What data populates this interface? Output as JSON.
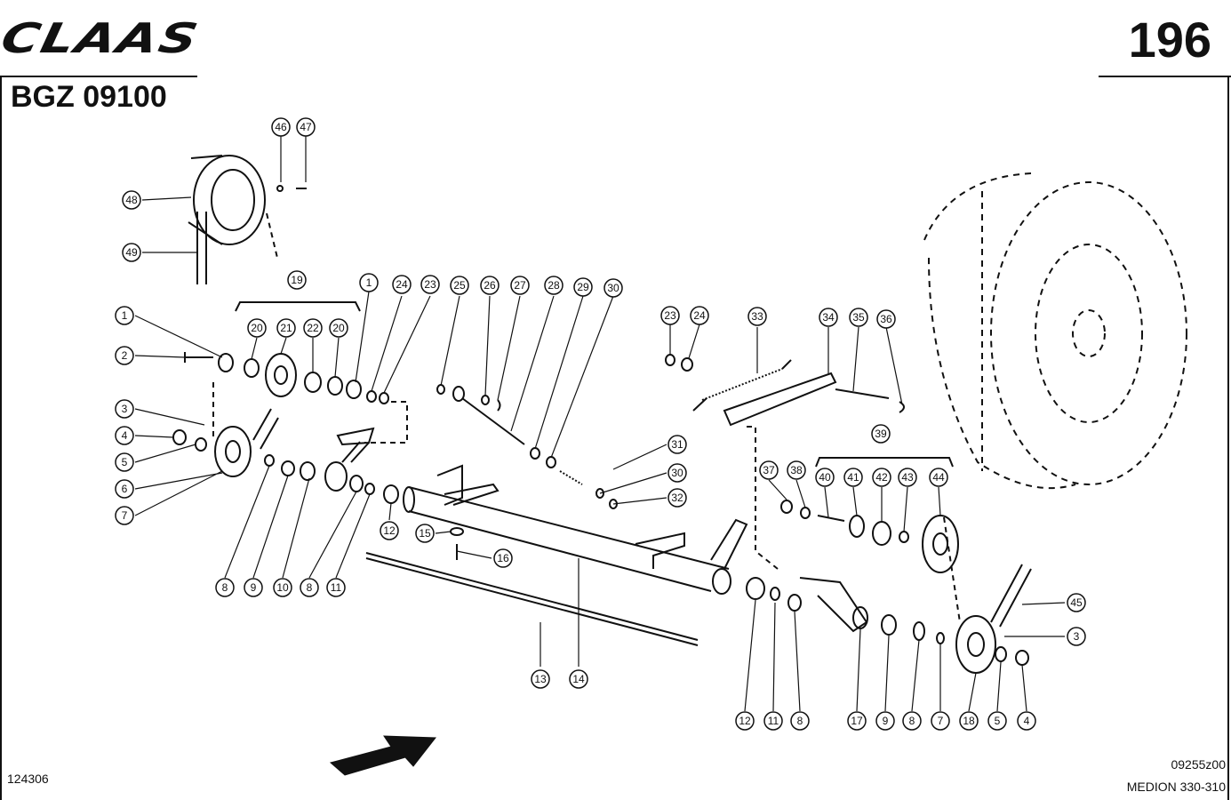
{
  "header": {
    "brand": "CLAAS",
    "page_number": "196",
    "group_code": "BGZ 09100"
  },
  "footer": {
    "document_id": "124306",
    "image_code": "09255z00",
    "model": "MEDION 330-310"
  },
  "callouts": [
    "46",
    "47",
    "48",
    "49",
    "19",
    "20",
    "21",
    "22",
    "20",
    "1",
    "24",
    "23",
    "25",
    "26",
    "27",
    "28",
    "29",
    "30",
    "23",
    "24",
    "33",
    "34",
    "35",
    "36",
    "1",
    "2",
    "3",
    "4",
    "5",
    "6",
    "7",
    "8",
    "9",
    "10",
    "8",
    "11",
    "12",
    "15",
    "16",
    "13",
    "14",
    "31",
    "30",
    "32",
    "39",
    "37",
    "38",
    "40",
    "41",
    "42",
    "43",
    "44",
    "45",
    "3",
    "12",
    "11",
    "8",
    "17",
    "9",
    "8",
    "7",
    "18",
    "5",
    "4"
  ]
}
